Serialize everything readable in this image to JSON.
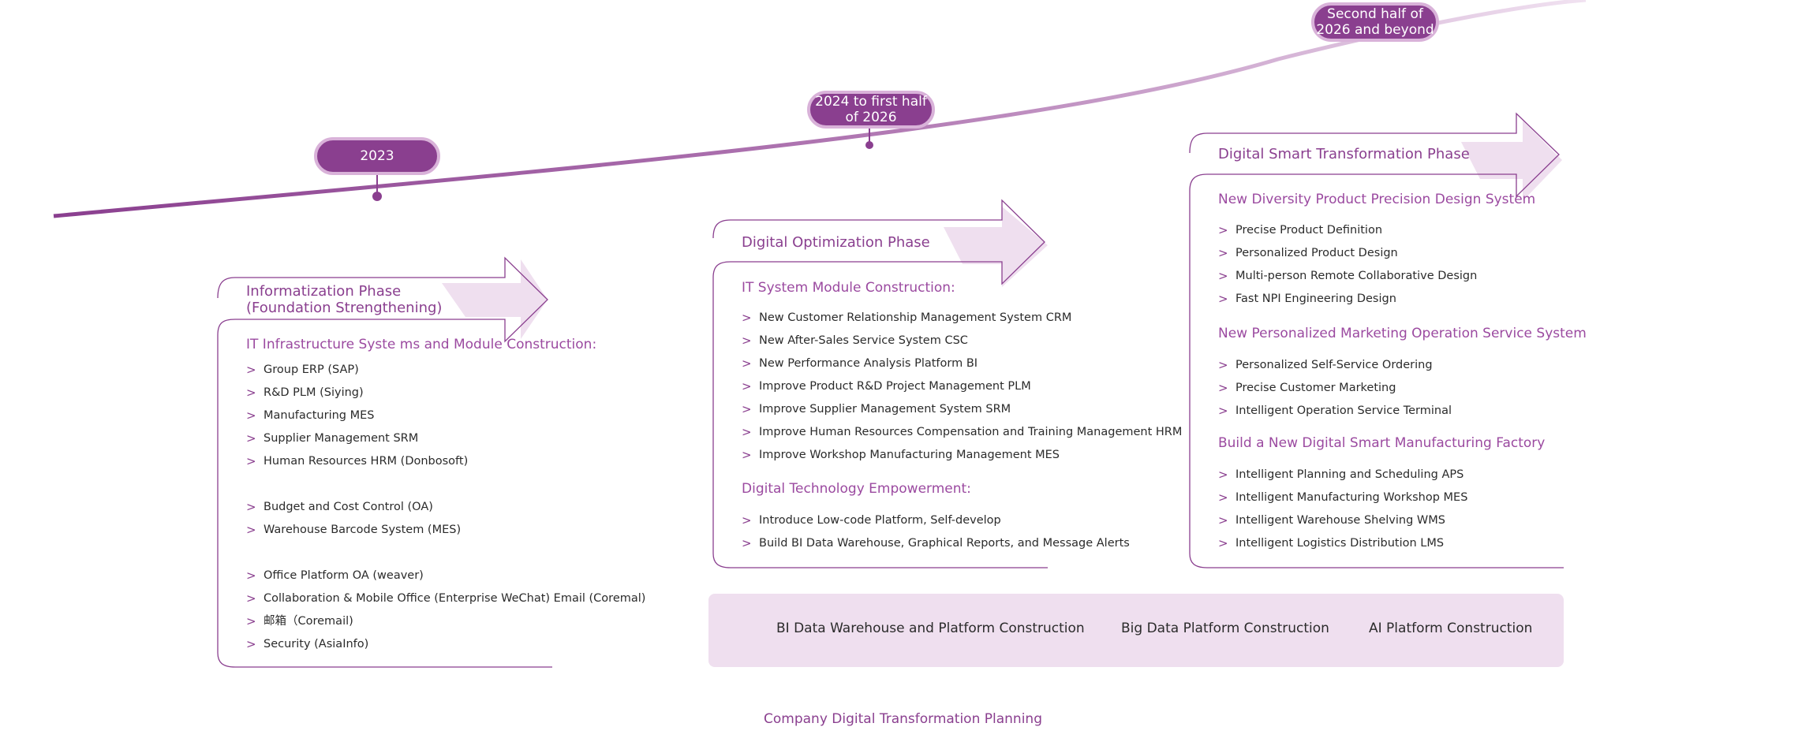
{
  "milestones": [
    "2023",
    "2024 to first half of 2026",
    "Second half of 2026 and beyond"
  ],
  "phases": [
    {
      "title_lines": [
        "Informatization Phase",
        "(Foundation Strengthening)"
      ],
      "sections": [
        {
          "title": "IT Infrastructure Syste ms and Module Construction:",
          "groups": [
            [
              "Group ERP (SAP)",
              "R&D PLM (Siying)",
              "Manufacturing MES",
              "Supplier Management SRM",
              "Human Resources HRM (Donbosoft)"
            ],
            [
              "Budget and Cost Control (OA)",
              "Warehouse Barcode System (MES)"
            ],
            [
              "Office Platform OA (weaver)",
              "Collaboration & Mobile Office (Enterprise WeChat) Email (Coremal)",
              "邮箱（Coremail)",
              "Security (AsiaInfo)"
            ]
          ]
        }
      ]
    },
    {
      "title_lines": [
        "Digital Optimization Phase"
      ],
      "sections": [
        {
          "title": "IT System Module Construction:",
          "items": [
            "New Customer Relationship Management System CRM",
            "New After-Sales Service System CSC",
            "New Performance Analysis Platform BI",
            "Improve Product R&D Project Management PLM",
            "Improve Supplier Management System SRM",
            "Improve Human Resources Compensation and Training Management HRM",
            "Improve Workshop Manufacturing Management MES"
          ]
        },
        {
          "title": "Digital Technology Empowerment:",
          "items": [
            "Introduce Low-code Platform, Self-develop",
            "Build BI Data Warehouse, Graphical Reports, and Message Alerts"
          ]
        }
      ]
    },
    {
      "title_lines": [
        "Digital Smart Transformation Phase"
      ],
      "sections": [
        {
          "title": "New Diversity Product Precision Design System",
          "items": [
            "Precise Product Definition",
            "Personalized Product Design",
            "Multi-person Remote Collaborative Design",
            "Fast NPI Engineering Design"
          ]
        },
        {
          "title": "New Personalized Marketing Operation Service System",
          "items": [
            "Personalized Self-Service Ordering",
            "Precise Customer Marketing",
            "Intelligent Operation Service Terminal"
          ]
        },
        {
          "title": "Build a New Digital Smart Manufacturing Factory",
          "items": [
            "Intelligent Planning and Scheduling APS",
            "Intelligent Manufacturing Workshop MES",
            "Intelligent Warehouse Shelving WMS",
            "Intelligent Logistics Distribution LMS"
          ]
        }
      ]
    }
  ],
  "platforms": [
    "BI Data Warehouse and Platform Construction",
    "Big Data Platform Construction",
    "AI Platform Construction"
  ],
  "footer_title": "Company Digital Transformation Planning",
  "colors": {
    "accent": "#8a3f8f",
    "accent_light": "#d9b2d9",
    "band": "#efdfef"
  },
  "icons": {
    "bullet": "chevron-right-icon"
  }
}
